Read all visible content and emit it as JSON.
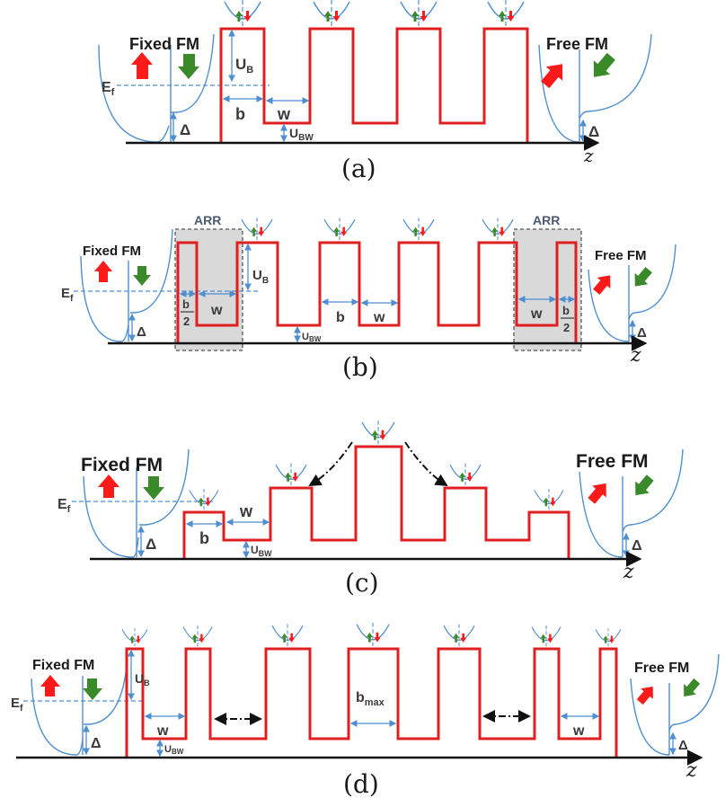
{
  "panels": [
    {
      "label": "(a)",
      "fixed_label": "Fixed FM",
      "free_label": "Free FM",
      "ef": "Ef",
      "z": "z",
      "delta": "Δ",
      "ub": "UB",
      "ubw": "UBW",
      "b": "b",
      "w": "w"
    },
    {
      "label": "(b)",
      "fixed_label": "Fixed FM",
      "free_label": "Free FM",
      "ef": "Ef",
      "z": "z",
      "delta": "Δ",
      "ub": "UB",
      "ubw": "UBW",
      "b": "b",
      "w": "w",
      "arr": "ARR",
      "b_num": "b",
      "b_den": "2"
    },
    {
      "label": "(c)",
      "fixed_label": "Fixed FM",
      "free_label": "Free FM",
      "ef": "Ef",
      "z": "z",
      "delta": "Δ",
      "ubw": "UBW",
      "b": "b",
      "w": "w"
    },
    {
      "label": "(d)",
      "fixed_label": "Fixed FM",
      "free_label": "Free FM",
      "ef": "Ef",
      "z": "z",
      "delta": "Δ",
      "ub": "UB",
      "ubw": "UBW",
      "w": "w",
      "bmax": "bmax"
    }
  ],
  "colors": {
    "potential": "#e02020",
    "band": "#4f8fcf",
    "spin_up": "#ff1a1a",
    "spin_down": "#3a8a2a",
    "arr_fill": "#d9d9d9"
  }
}
